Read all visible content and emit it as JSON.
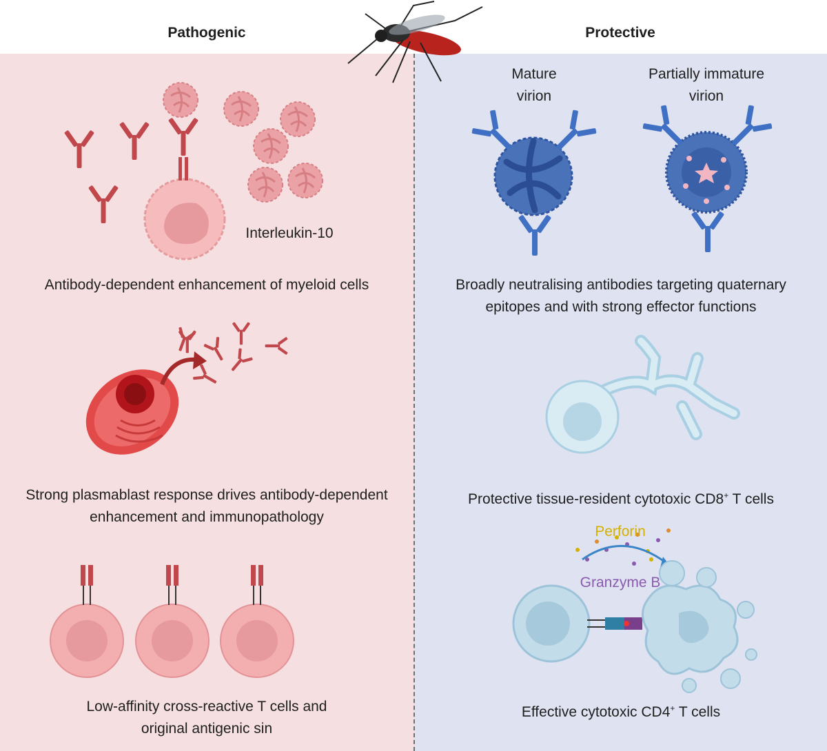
{
  "headers": {
    "left": "Pathogenic",
    "right": "Protective"
  },
  "labels": {
    "interleukin": "Interleukin-10",
    "mature": "Mature",
    "mature_2": "virion",
    "immature": "Partially immature",
    "immature_2": "virion",
    "perforin": "Perforin",
    "granzyme": "Granzyme B"
  },
  "captions": {
    "ade": "Antibody-dependent enhancement of myeloid  cells",
    "plasma_1": "Strong plasmablast response drives antibody-dependent",
    "plasma_2": "enhancement and immunopathology",
    "lowaff_1": "Low-affinity cross-reactive T cells and",
    "lowaff_2": "original antigenic sin",
    "bnab_1": "Broadly neutralising antibodies targeting quaternary",
    "bnab_2": "epitopes and with strong effector functions",
    "cd8_pre": "Protective tissue-resident cytotoxic CD8",
    "cd8_sup": "+",
    "cd8_post": " T cells",
    "cd4_pre": "Effective cytotoxic CD4",
    "cd4_sup": "+",
    "cd4_post": " T cells"
  },
  "colors": {
    "left_bg": "#f5dfe0",
    "right_bg": "#dfe2f1",
    "antibody_red": "#c0474b",
    "antibody_blue": "#3f70c4",
    "perforin": "#d4b000",
    "granzyme": "#8a5aae"
  }
}
